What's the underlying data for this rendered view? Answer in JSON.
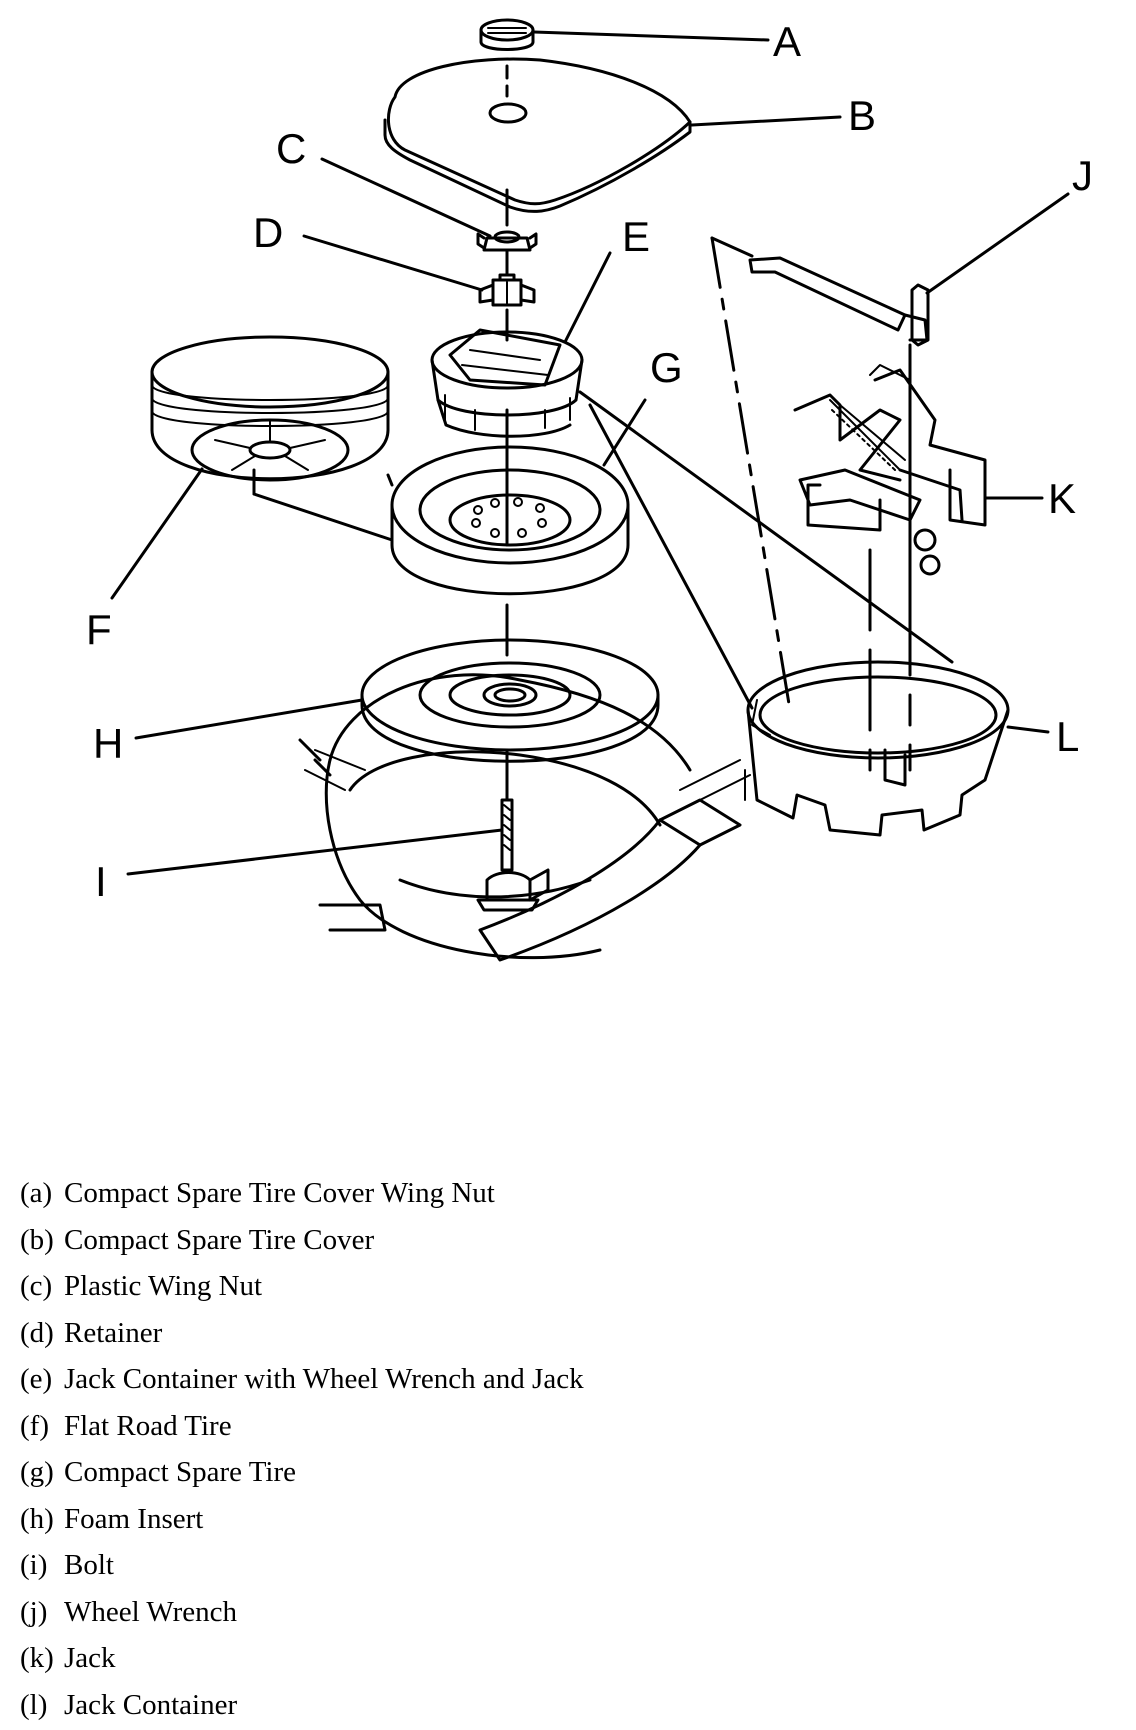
{
  "callouts": {
    "A": "A",
    "B": "B",
    "C": "C",
    "D": "D",
    "E": "E",
    "F": "F",
    "G": "G",
    "H": "H",
    "I": "I",
    "J": "J",
    "K": "K",
    "L": "L"
  },
  "legend": [
    {
      "key": "(a)",
      "text": "Compact Spare Tire Cover Wing Nut"
    },
    {
      "key": "(b)",
      "text": "Compact Spare Tire Cover"
    },
    {
      "key": "(c)",
      "text": "Plastic Wing Nut"
    },
    {
      "key": "(d)",
      "text": "Retainer"
    },
    {
      "key": "(e)",
      "text": "Jack Container with Wheel Wrench and Jack"
    },
    {
      "key": "(f)",
      "text": "Flat Road Tire"
    },
    {
      "key": "(g)",
      "text": "Compact Spare Tire"
    },
    {
      "key": "(h)",
      "text": "Foam Insert"
    },
    {
      "key": "(i)",
      "text": "Bolt"
    },
    {
      "key": "(j)",
      "text": "Wheel Wrench"
    },
    {
      "key": "(k)",
      "text": "Jack"
    },
    {
      "key": "(l)",
      "text": "Jack Container"
    }
  ]
}
